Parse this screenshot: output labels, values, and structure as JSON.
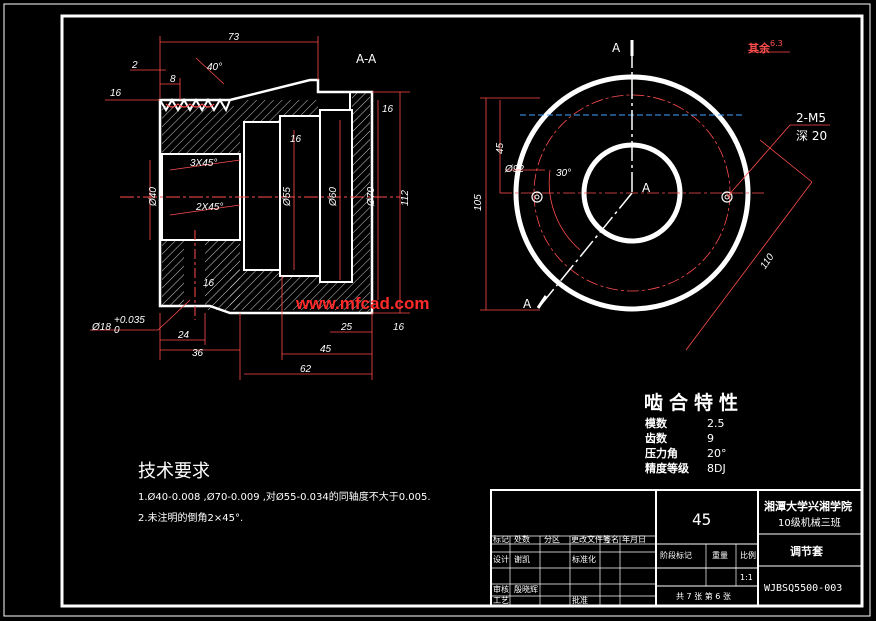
{
  "section_label": "A-A",
  "view_labels": {
    "a_top": "A",
    "a_center": "A",
    "a_bottom": "A"
  },
  "surface_finish": {
    "note": "其余",
    "value": "6.3"
  },
  "section_dims": {
    "d73": "73",
    "d2": "2",
    "d8": "8",
    "angle40": "40°",
    "ra16a": "16",
    "ra16b": "16",
    "ra16c": "16",
    "ra16d": "16",
    "ra16e": "16",
    "chamfer3": "3X45°",
    "chamfer2": "2X45°",
    "dia40": "Ø40",
    "dia55": "Ø55",
    "dia60": "Ø60",
    "dia70": "Ø70",
    "d112": "112",
    "hole18": "Ø18",
    "hole18_tol": "+0.035",
    "hole18_tol0": "0",
    "d24": "24",
    "d36": "36",
    "d25": "25",
    "d45": "45",
    "d62": "62"
  },
  "front_dims": {
    "m5": "2-M5",
    "depth": "深 20",
    "d45": "45",
    "dia92": "Ø92",
    "angle30": "30°",
    "d105": "105",
    "d110": "110"
  },
  "watermark": "www.mfcad.com",
  "mesh_title": "啮合特性",
  "mesh_rows": [
    {
      "label": "模数",
      "value": "2.5"
    },
    {
      "label": "齿数",
      "value": "9"
    },
    {
      "label": "压力角",
      "value": "20°"
    },
    {
      "label": "精度等级",
      "value": "8DJ"
    }
  ],
  "tech_title": "技术要求",
  "tech_lines": [
    "1.Ø40-0.008 ,Ø70-0.009 ,对Ø55-0.034的同轴度不大于0.005.",
    "2.未注明的倒角2×45°."
  ],
  "title_block": {
    "material": "45",
    "school_line1": "湘潭大学兴湘学院",
    "school_line2": "10级机械三班",
    "part_name": "调节套",
    "drawing_no": "WJBSQ5500-003",
    "scale": "1:1",
    "sheets": "共 7 张   第 6 张",
    "stage_mark": "阶段标记",
    "weight": "重量",
    "ratio": "比例",
    "row_headers": [
      "标记",
      "处数",
      "分区",
      "更改文件号",
      "签名",
      "年月日"
    ],
    "design": "设计",
    "design_name": "谢凯",
    "standard": "标准化",
    "check": "审核",
    "check_name": "殷晓辉",
    "process": "工艺",
    "approve": "批准"
  }
}
